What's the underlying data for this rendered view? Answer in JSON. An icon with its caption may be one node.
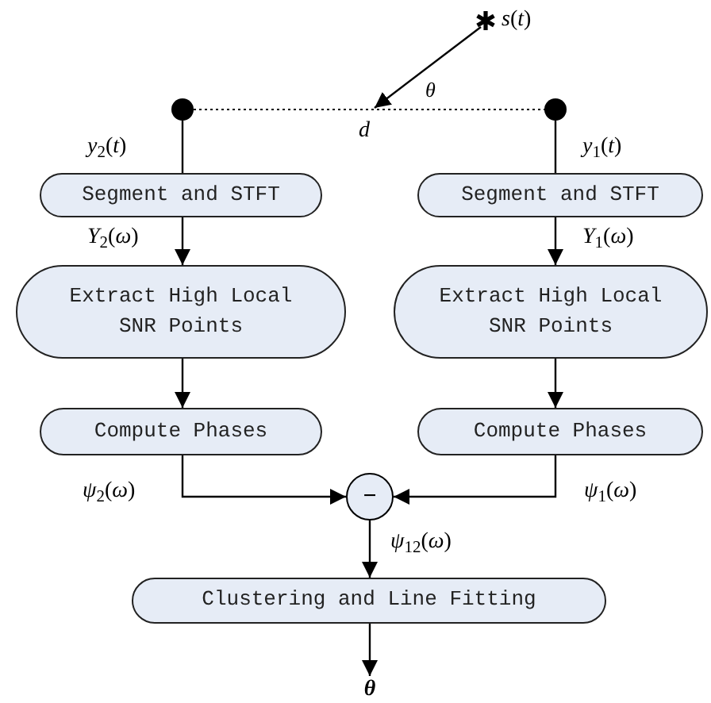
{
  "diagram": {
    "nodes": [
      {
        "text": [
          "*s*(*t*)"
        ]
      },
      {
        "text": [],
        "shape": "circle"
      },
      {
        "text": [],
        "shape": "circle"
      },
      {
        "text": [
          "Segment and STFT"
        ]
      },
      {
        "text": [
          "Segment and STFT"
        ]
      },
      {
        "text": [
          "Extract High Local SNR Points"
        ]
      },
      {
        "text": [
          "Extract High Local SNR Points"
        ]
      },
      {
        "text": [
          "Compute Phases"
        ]
      },
      {
        "text": [
          "Compute Phases"
        ]
      },
      {
        "text": [
          "−"
        ]
      },
      {
        "text": [
          "Clustering and Line Fitting"
        ]
      },
      {
        "text": [
          "θ"
        ]
      }
    ],
    "edges": [
      {
        "from": 0,
        "to": null,
        "arrow": "to"
      },
      {
        "from": 1,
        "to": 2,
        "arrow": "none",
        "style": "dashed",
        "label": "*d*"
      },
      {
        "from": 1,
        "to": 3,
        "arrow": "none",
        "label": "*y*$_{2}$(*t*)"
      },
      {
        "from": 2,
        "to": 4,
        "arrow": "none",
        "label": "*y*$_{1}$(*t*)"
      },
      {
        "from": 3,
        "to": 5,
        "arrow": "to",
        "label": "*Y*$_{2}$(*ω*)"
      },
      {
        "from": 4,
        "to": 6,
        "arrow": "to",
        "label": "*Y*$_{1}$(*ω*)"
      },
      {
        "from": 5,
        "to": 7,
        "arrow": "to"
      },
      {
        "from": 6,
        "to": 8,
        "arrow": "to"
      },
      {
        "from": 7,
        "to": 9,
        "arrow": "to",
        "label": "*ψ*$_{2}$(*ω*)"
      },
      {
        "from": 8,
        "to": 9,
        "arrow": "to",
        "label": "*ψ*$_{1}$(*ω*)"
      },
      {
        "from": 9,
        "to": 10,
        "arrow": "to",
        "label": "*ψ*$_{12}$(*ω*)"
      },
      {
        "from": 10,
        "to": 11,
        "arrow": "to"
      }
    ],
    "labels": [
      "*θ*"
    ]
  }
}
